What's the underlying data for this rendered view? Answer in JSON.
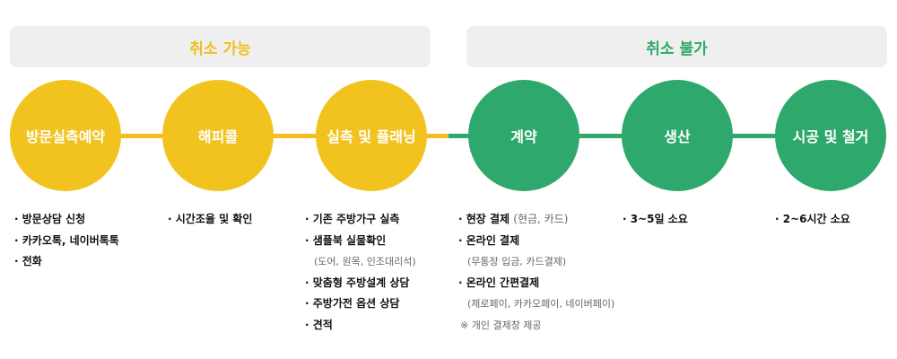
{
  "headers": {
    "cancel_possible": "취소 가능",
    "cancel_impossible": "취소 불가"
  },
  "colors": {
    "yellow": "#f2c21f",
    "green": "#2ea86c",
    "header_bg": "#efefef"
  },
  "steps": [
    {
      "label": "방문실측예약",
      "color": "yellow"
    },
    {
      "label": "해피콜",
      "color": "yellow"
    },
    {
      "label": "실측 및 플래닝",
      "color": "yellow"
    },
    {
      "label": "계약",
      "color": "green"
    },
    {
      "label": "생산",
      "color": "green"
    },
    {
      "label": "시공 및 철거",
      "color": "green"
    }
  ],
  "details": {
    "visit": [
      "방문상담 신청",
      "카카오톡, 네이버톡톡",
      "전화"
    ],
    "happycall": [
      "시간조율 및 확인"
    ],
    "measure": {
      "item1": "기존 주방가구 실측",
      "item2": "샘플북 실물확인",
      "item2_sub": "(도어, 원목, 인조대리석)",
      "item3": "맞춤형 주방설계 상담",
      "item4": "주방가전 옵션 상담",
      "item5": "견적"
    },
    "contract": {
      "item1": "현장 결제",
      "item1_sub": "(현금, 카드)",
      "item2": "온라인 결제",
      "item2_sub": "(무통장 입금, 카드결제)",
      "item3": "온라인 간편결제",
      "item3_sub": "(제로페이, 카카오페이, 네이버페이)",
      "note": "※ 개인 결제창 제공"
    },
    "production": [
      "3~5일 소요"
    ],
    "install": [
      "2~6시간 소요"
    ]
  }
}
